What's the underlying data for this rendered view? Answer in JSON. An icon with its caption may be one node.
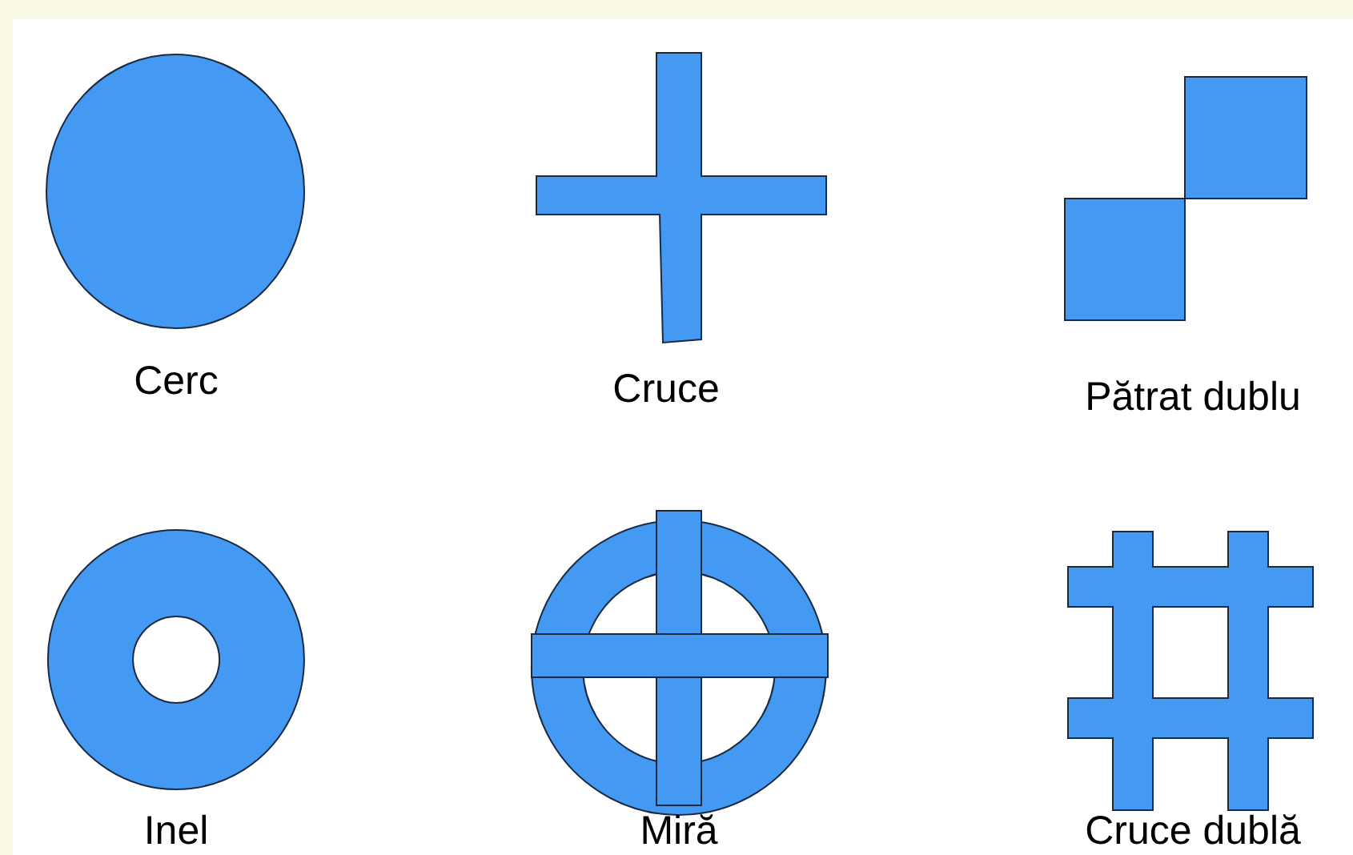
{
  "diagram": {
    "nodes": [
      {
        "text": [
          "Cerc"
        ]
      },
      {
        "text": [
          "Cruce"
        ]
      },
      {
        "text": [
          "Pătrat dublu"
        ]
      },
      {
        "text": [
          "Inel"
        ]
      },
      {
        "text": [
          "Miră"
        ]
      },
      {
        "text": [
          "Cruce dublă"
        ]
      }
    ]
  }
}
